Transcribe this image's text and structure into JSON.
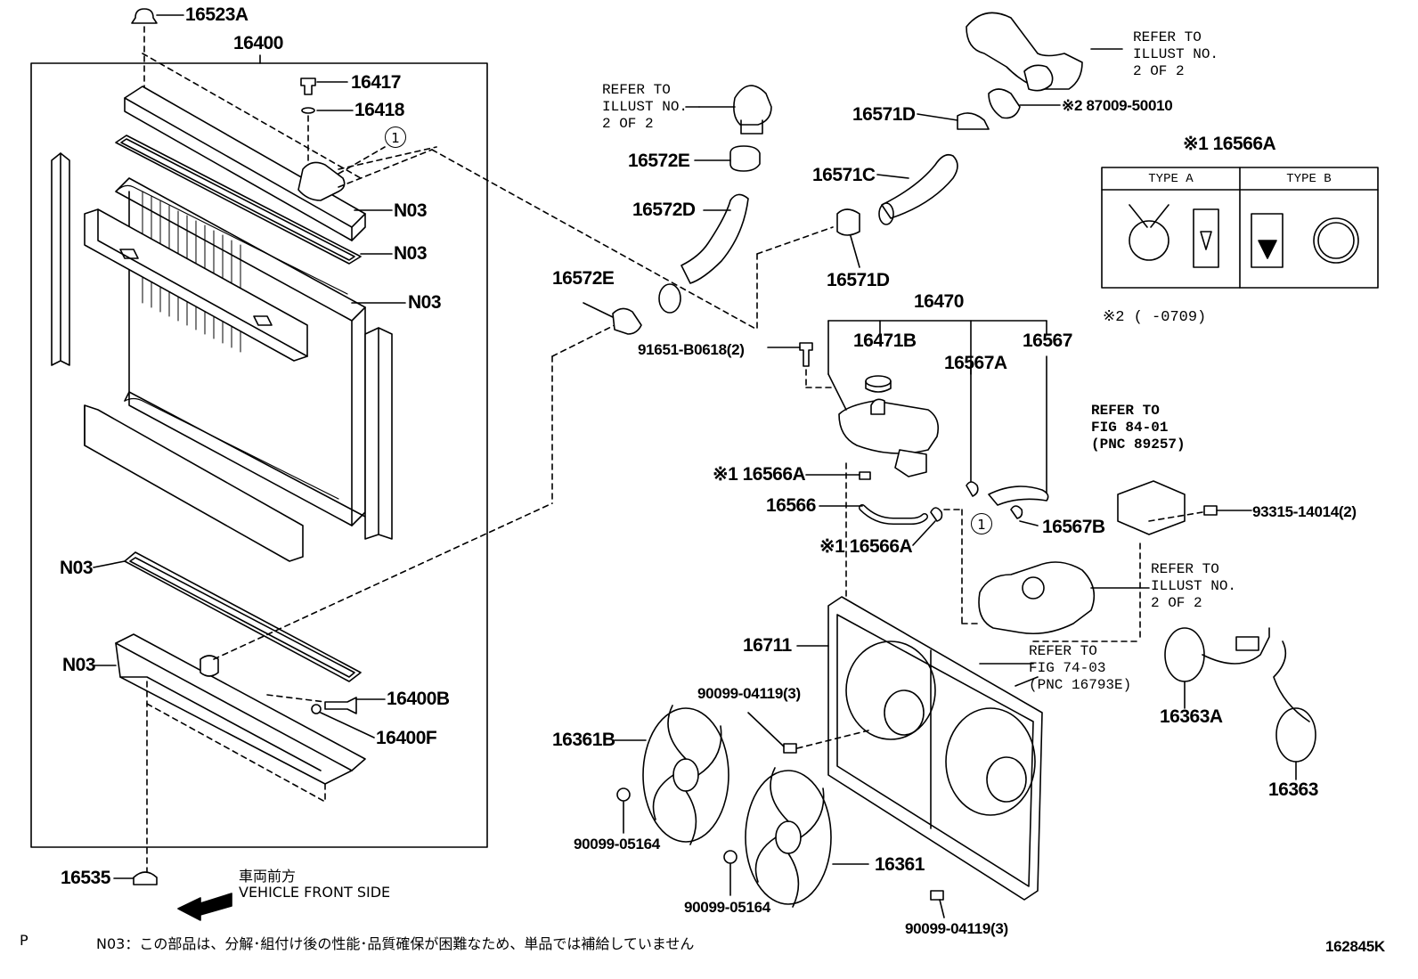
{
  "labels": {
    "p16523A": "16523A",
    "p16400": "16400",
    "p16417": "16417",
    "p16418": "16418",
    "n03_a": "N03",
    "n03_b": "N03",
    "n03_c": "N03",
    "n03_d": "N03",
    "n03_e": "N03",
    "p16400B": "16400B",
    "p16400F": "16400F",
    "p16535": "16535",
    "p16572E_top": "16572E",
    "p16572D": "16572D",
    "p16572E_mid": "16572E",
    "p91651": "91651-B0618(2)",
    "p16571D_top": "16571D",
    "p16571C": "16571C",
    "p16571D_bot": "16571D",
    "p87009": "※2 87009-50010",
    "p16566A_title": "※1 16566A",
    "p16470": "16470",
    "p16471B": "16471B",
    "p16567A": "16567A",
    "p16567": "16567",
    "p16566A_1": "※1 16566A",
    "p16566": "16566",
    "p16566A_2": "※1 16566A",
    "p16567B": "16567B",
    "p93315": "93315-14014(2)",
    "p16711": "16711",
    "p90099_04119_a": "90099-04119(3)",
    "p16361B": "16361B",
    "p90099_05164_a": "90099-05164",
    "p16361": "16361",
    "p90099_05164_b": "90099-05164",
    "p90099_04119_b": "90099-04119(3)",
    "p16363A": "16363A",
    "p16363": "16363",
    "p162845K": "162845K"
  },
  "refs": {
    "r1": "REFER TO\nILLUST NO.\n2 OF 2",
    "r2": "REFER TO\nILLUST NO.\n2 OF 2",
    "r3": "REFER TO\nFIG 84-01\n(PNC 89257)",
    "r4": "REFER TO\nILLUST NO.\n2 OF 2",
    "r5": "REFER TO\nFIG 74-03\n(PNC 16793E)"
  },
  "type_table": {
    "type_a": "TYPE A",
    "type_b": "TYPE B"
  },
  "note2": "※2 (     -0709)",
  "circle_mark": "1",
  "front": {
    "jp": "車両前方",
    "en": "VEHICLE FRONT SIDE"
  },
  "footer": {
    "p": "P",
    "note": "N03：この部品は、分解･組付け後の性能･品質確保が困難なため、単品では補給していません"
  }
}
